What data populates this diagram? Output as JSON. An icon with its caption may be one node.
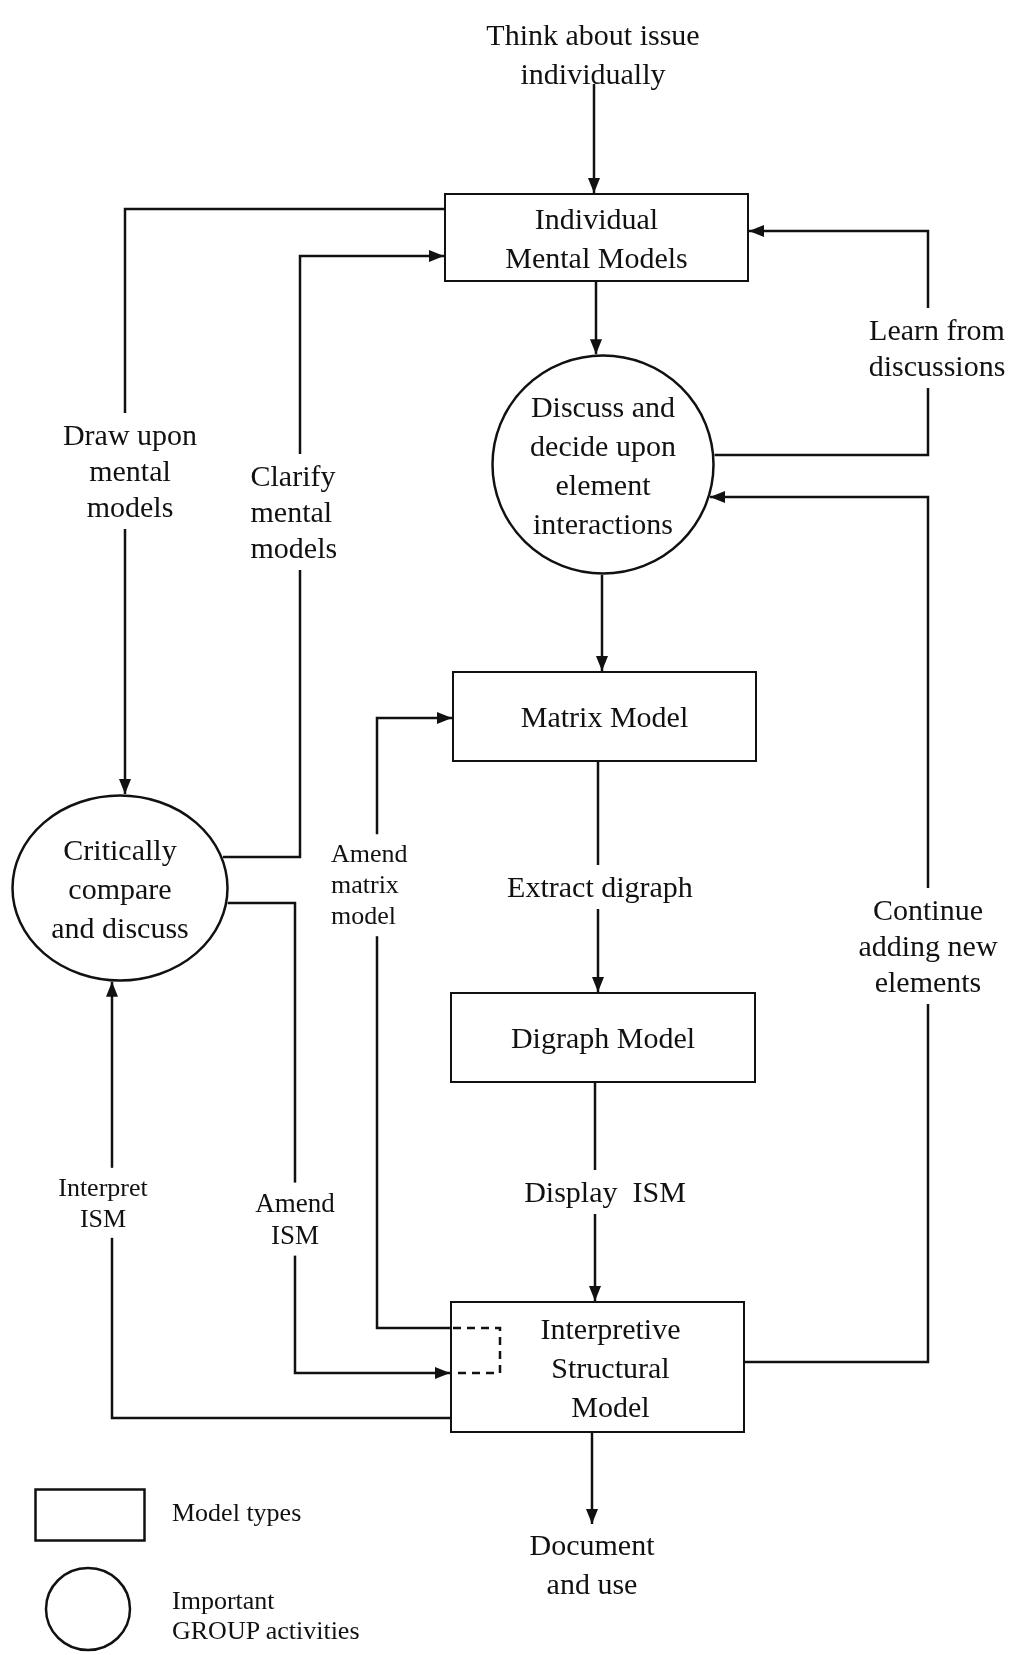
{
  "diagram": {
    "nodes": [
      {
        "text": [
          "Think about issue individually"
        ]
      },
      {
        "text": [
          "Individual Mental Models"
        ]
      },
      {
        "text": [
          "Discuss and decide upon element interactions"
        ]
      },
      {
        "text": [
          "Matrix Model"
        ]
      },
      {
        "text": [
          "Digraph Model"
        ]
      },
      {
        "text": [
          "Interpretive Structural Model"
        ]
      },
      {
        "text": [
          "Document and use"
        ]
      },
      {
        "text": [
          "Critically compare and discuss"
        ]
      }
    ],
    "edges": [
      {
        "from": 0,
        "to": 1,
        "arrow": "to"
      },
      {
        "from": 1,
        "to": 2,
        "arrow": "to"
      },
      {
        "from": 2,
        "to": 1,
        "arrow": "to",
        "label": "Learn from discussions"
      },
      {
        "from": 2,
        "to": 3,
        "arrow": "to"
      },
      {
        "from": 3,
        "to": 4,
        "arrow": "to",
        "label": "Extract digraph"
      },
      {
        "from": 4,
        "to": 5,
        "arrow": "to",
        "label": "Display  ISM"
      },
      {
        "from": 5,
        "to": 6,
        "arrow": "to"
      },
      {
        "from": 5,
        "to": 2,
        "arrow": "to",
        "label": "Continue adding new elements"
      },
      {
        "from": 1,
        "to": 7,
        "arrow": "to",
        "label": "Draw upon mental models"
      },
      {
        "from": 7,
        "to": 1,
        "arrow": "to",
        "label": "Clarify mental models"
      },
      {
        "from": 7,
        "to": 5,
        "arrow": "to",
        "label": "Amend ISM"
      },
      {
        "from": 5,
        "to": 3,
        "arrow": "to",
        "label": "Amend matrix model"
      },
      {
        "from": 5,
        "to": 7,
        "arrow": "to",
        "label": "Interpret ISM"
      }
    ],
    "legend": [
      {
        "text": "Model types"
      },
      {
        "text": "Important GROUP activities"
      }
    ]
  }
}
